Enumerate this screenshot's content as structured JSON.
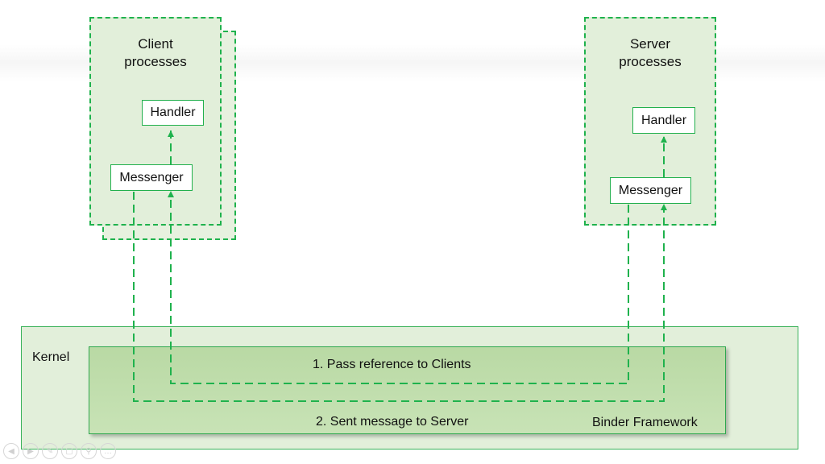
{
  "client": {
    "title_line1": "Client",
    "title_line2": "processes",
    "handler": "Handler",
    "messenger": "Messenger"
  },
  "server": {
    "title_line1": "Server",
    "title_line2": "processes",
    "handler": "Handler",
    "messenger": "Messenger"
  },
  "kernel": {
    "label": "Kernel",
    "framework_label": "Binder Framework",
    "step1": "1. Pass reference to Clients",
    "step2": "2. Sent message to Server"
  },
  "colors": {
    "line": "#1fb24d",
    "box_fill": "#e2efda",
    "binder_fill": "#bddba9"
  },
  "nav_icons": [
    "prev-icon",
    "next-icon",
    "pen-icon",
    "slides-icon",
    "zoom-icon",
    "more-icon"
  ]
}
